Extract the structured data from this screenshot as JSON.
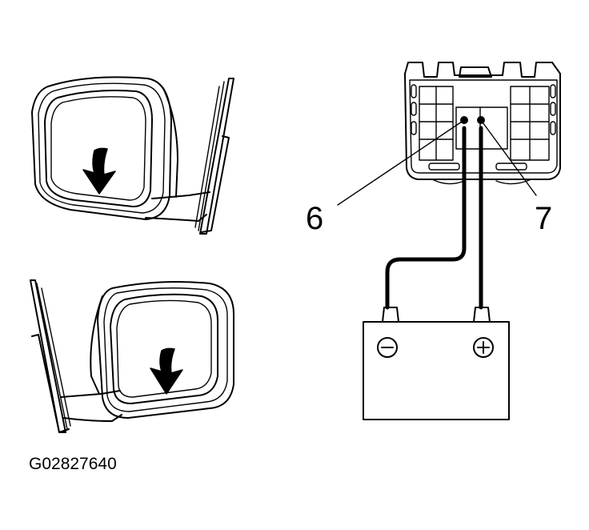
{
  "labels": {
    "terminal_6": "6",
    "terminal_7": "7",
    "figure_code": "G02827640"
  },
  "icons": {
    "negative": "minus-circle",
    "positive": "plus-circle",
    "direction": "down-arrow"
  }
}
